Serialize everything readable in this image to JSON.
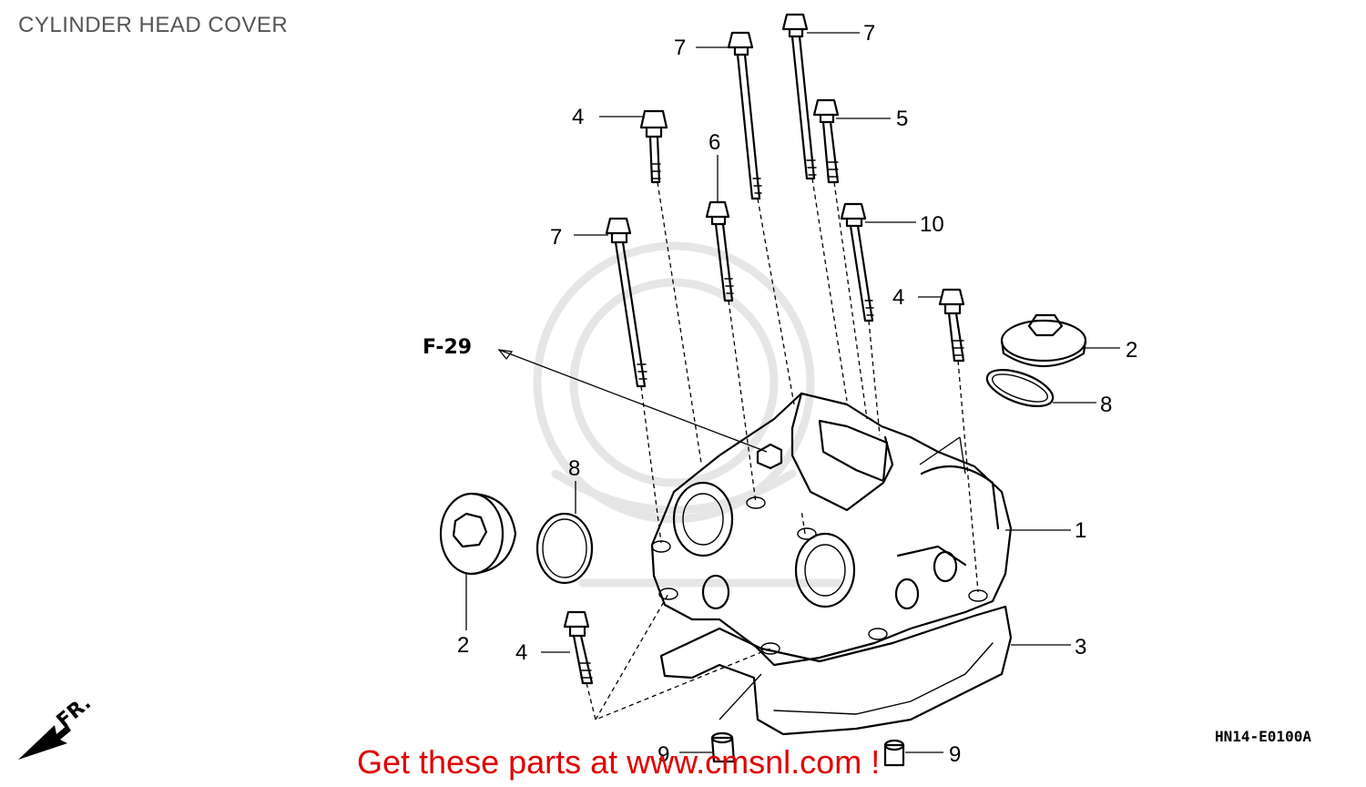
{
  "page_title": "CYLINDER HEAD COVER",
  "diagram": {
    "reference_code": "HN14-E0100A",
    "front_marker": "FR.",
    "figure_ref": "F-29",
    "callouts": {
      "c1": "1",
      "c2_top": "2",
      "c2_left": "2",
      "c3": "3",
      "c4_top": "4",
      "c4_right": "4",
      "c4_bottom": "4",
      "c5": "5",
      "c6": "6",
      "c7_top_left": "7",
      "c7_top_right": "7",
      "c7_left": "7",
      "c8_right": "8",
      "c8_left": "8",
      "c9_left": "9",
      "c9_right": "9",
      "c10": "10"
    }
  },
  "cta": "Get these parts at www.cmsnl.com !"
}
